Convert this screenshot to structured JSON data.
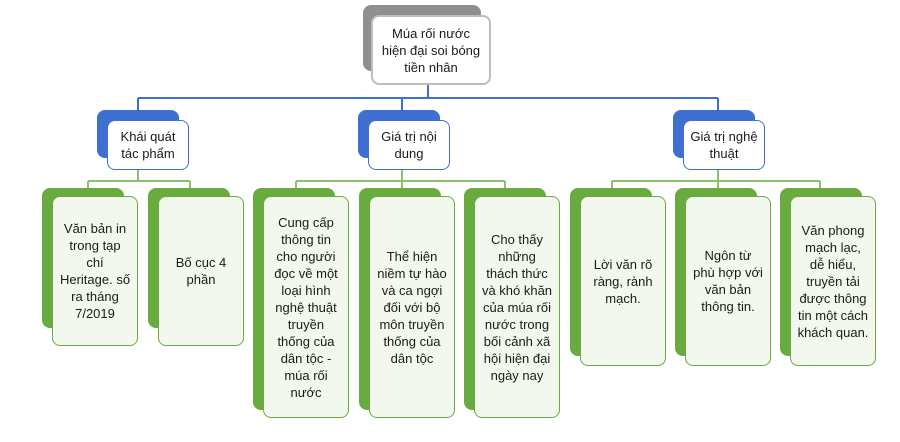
{
  "root": {
    "label": "Múa rối nước hiện đại soi bóng tiền nhân"
  },
  "branches": [
    {
      "label": "Khái quát tác phẩm",
      "children": [
        {
          "label": "Văn bản in trong tạp chí Heritage. số ra tháng 7/2019"
        },
        {
          "label": "Bố cục 4 phần"
        }
      ]
    },
    {
      "label": "Giá trị nội dung",
      "children": [
        {
          "label": "Cung cấp thông tin cho người đọc về một loại hình nghệ thuật truyền thống của dân tộc - múa rối nước"
        },
        {
          "label": "Thể hiện niềm tự hào và ca ngợi đối với bộ môn truyền thống của dân tộc"
        },
        {
          "label": "Cho thấy những thách thức và khó khăn của múa rối nước trong bối cảnh xã hội hiện đại ngày nay"
        }
      ]
    },
    {
      "label": "Giá trị nghệ thuật",
      "children": [
        {
          "label": "Lời văn rõ ràng, rành mạch."
        },
        {
          "label": "Ngôn từ phù hợp với văn bản thông tin."
        },
        {
          "label": "Văn phong mạch lạc, dễ hiểu, truyền tải được thông tin một cách khách quan."
        }
      ]
    }
  ]
}
